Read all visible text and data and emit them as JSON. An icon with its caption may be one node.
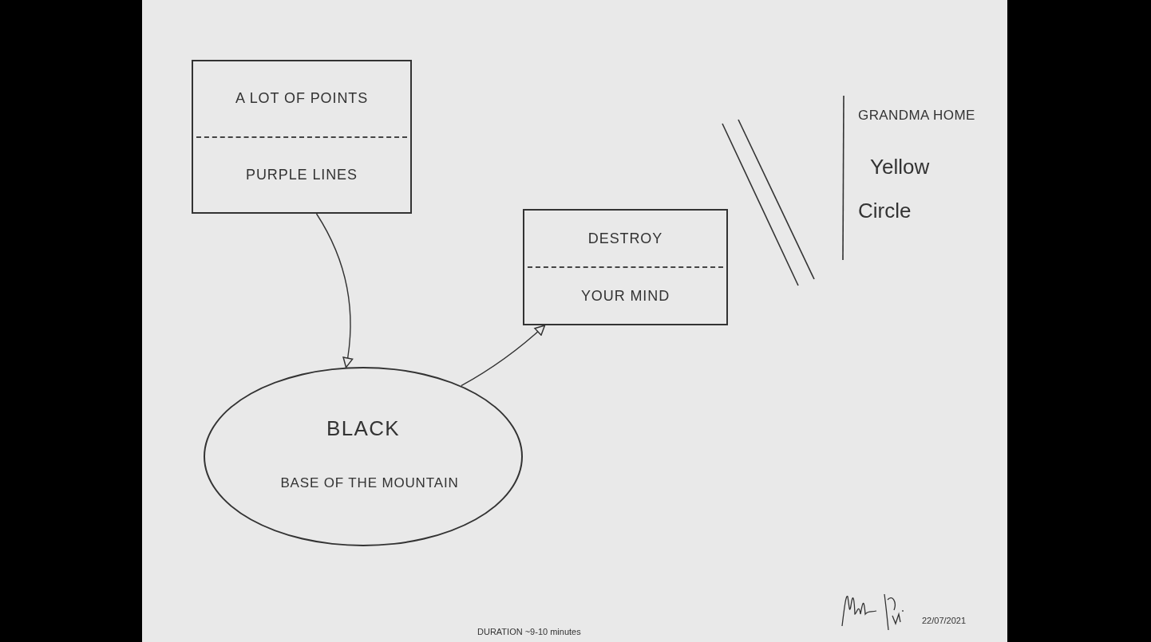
{
  "diagram": {
    "nodes": [
      {
        "text": [
          "A LOT OF POINTS",
          "PURPLE LINES"
        ]
      },
      {
        "text": [
          "BLACK",
          "BASE OF THE MOUNTAIN"
        ]
      },
      {
        "text": [
          "DESTROY",
          "YOUR MIND"
        ]
      }
    ],
    "edges": [
      {
        "from": 0,
        "to": 1,
        "arrow": "to"
      },
      {
        "from": 1,
        "to": 2,
        "arrow": "to"
      }
    ],
    "labels": [
      "GRANDMA HOME",
      "Yellow",
      "Circle",
      "DURATION ~9-10 minutes",
      "22/07/2021"
    ]
  }
}
